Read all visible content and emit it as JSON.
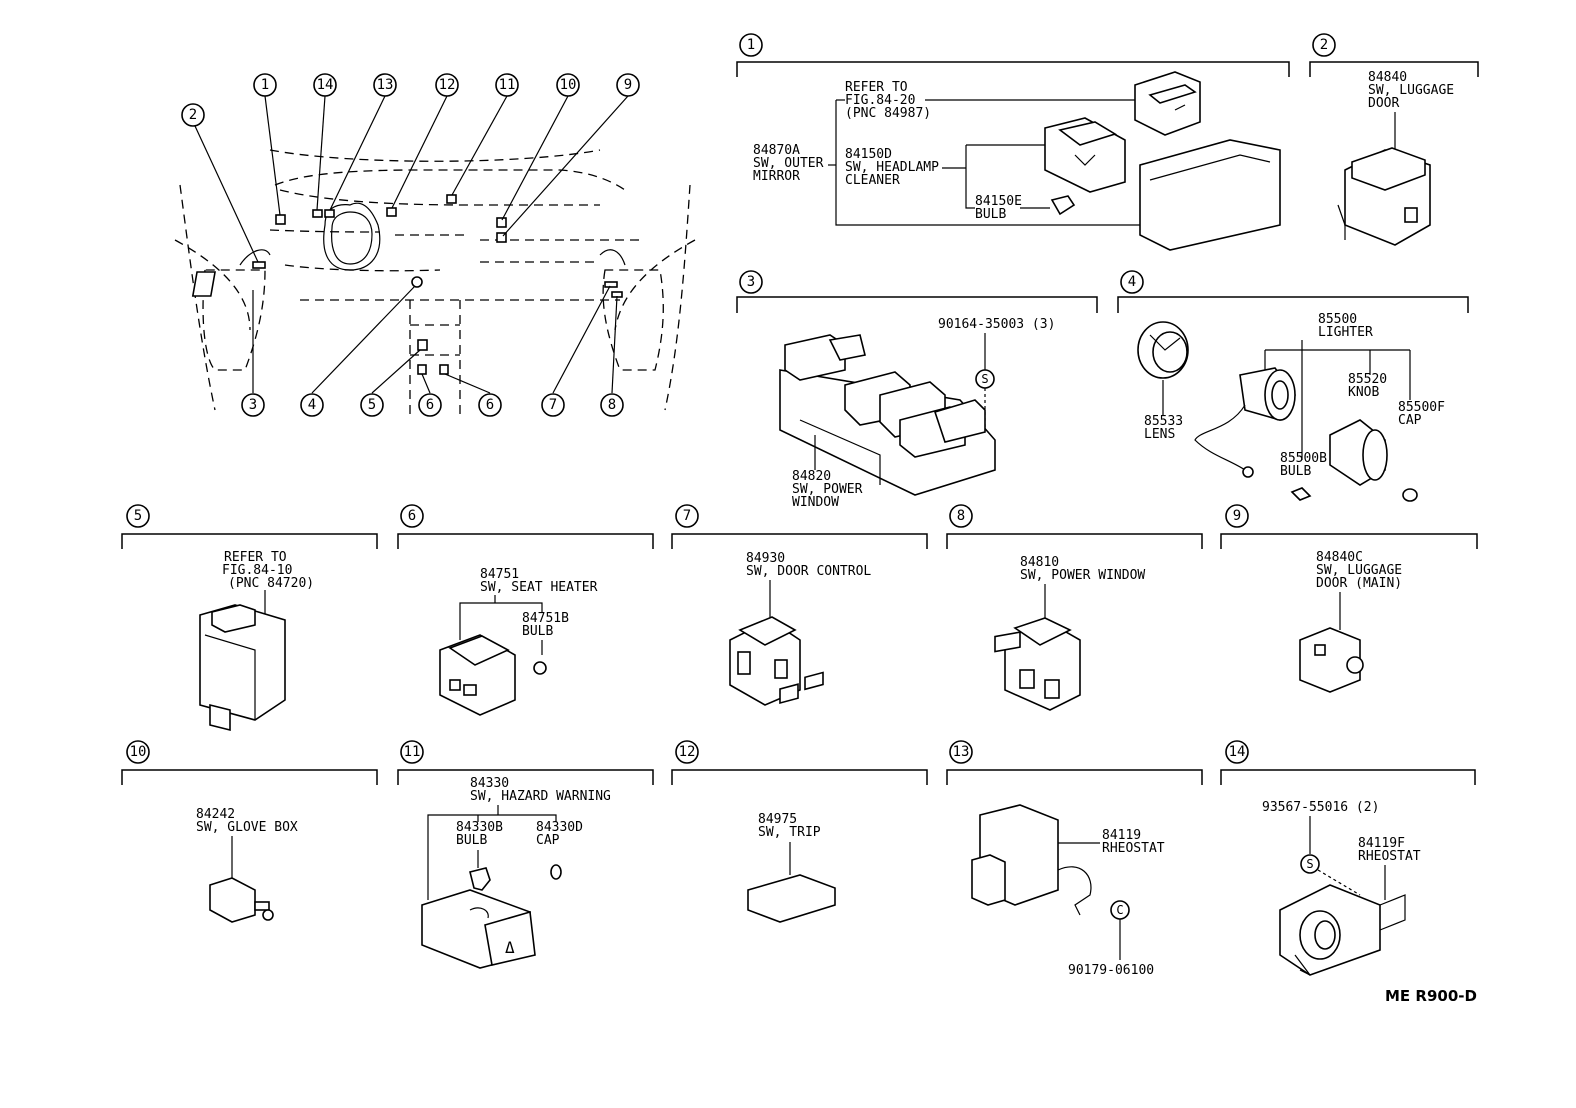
{
  "overview": {
    "callouts": [
      "1",
      "14",
      "13",
      "12",
      "11",
      "10",
      "9",
      "2",
      "3",
      "4",
      "5",
      "6",
      "6",
      "7",
      "8"
    ]
  },
  "sections": [
    {
      "num": "1",
      "labels": [
        {
          "name": "refer-to-label",
          "text": [
            "REFER TO",
            "FIG.84-20",
            "(PNC 84987)"
          ]
        },
        {
          "name": "part-84870a",
          "text": [
            "84870A",
            "SW, OUTER",
            "MIRROR"
          ]
        },
        {
          "name": "part-84150d",
          "text": [
            "84150D",
            "SW, HEADLAMP",
            "CLEANER"
          ]
        },
        {
          "name": "part-84150e",
          "text": [
            "84150E",
            "BULB"
          ]
        }
      ]
    },
    {
      "num": "2",
      "labels": [
        {
          "name": "part-84840",
          "text": [
            "84840",
            "SW, LUGGAGE",
            "DOOR"
          ]
        }
      ]
    },
    {
      "num": "3",
      "labels": [
        {
          "name": "part-90164-35003",
          "text": [
            "90164-35003 (3)"
          ]
        },
        {
          "name": "part-84820",
          "text": [
            "84820",
            "SW, POWER",
            "WINDOW"
          ]
        }
      ]
    },
    {
      "num": "4",
      "labels": [
        {
          "name": "part-85500",
          "text": [
            "85500",
            "LIGHTER"
          ]
        },
        {
          "name": "part-85520",
          "text": [
            "85520",
            "KNOB"
          ]
        },
        {
          "name": "part-85500f",
          "text": [
            "85500F",
            "CAP"
          ]
        },
        {
          "name": "part-85533",
          "text": [
            "85533",
            "LENS"
          ]
        },
        {
          "name": "part-85500b",
          "text": [
            "85500B",
            "BULB"
          ]
        }
      ]
    },
    {
      "num": "5",
      "labels": [
        {
          "name": "refer-to-label",
          "text": [
            "REFER TO",
            "FIG.84-10",
            "(PNC 84720)"
          ]
        }
      ]
    },
    {
      "num": "6",
      "labels": [
        {
          "name": "part-84751",
          "text": [
            "84751",
            "SW, SEAT HEATER"
          ]
        },
        {
          "name": "part-84751b",
          "text": [
            "84751B",
            "BULB"
          ]
        }
      ]
    },
    {
      "num": "7",
      "labels": [
        {
          "name": "part-84930",
          "text": [
            "84930",
            "SW, DOOR CONTROL"
          ]
        }
      ]
    },
    {
      "num": "8",
      "labels": [
        {
          "name": "part-84810",
          "text": [
            "84810",
            "SW, POWER WINDOW"
          ]
        }
      ]
    },
    {
      "num": "9",
      "labels": [
        {
          "name": "part-84840c",
          "text": [
            "84840C",
            "SW, LUGGAGE",
            "DOOR (MAIN)"
          ]
        }
      ]
    },
    {
      "num": "10",
      "labels": [
        {
          "name": "part-84242",
          "text": [
            "84242",
            "SW, GLOVE BOX"
          ]
        }
      ]
    },
    {
      "num": "11",
      "labels": [
        {
          "name": "part-84330",
          "text": [
            "84330",
            "SW, HAZARD WARNING"
          ]
        },
        {
          "name": "part-84330b",
          "text": [
            "84330B",
            "BULB"
          ]
        },
        {
          "name": "part-84330d",
          "text": [
            "84330D",
            "CAP"
          ]
        }
      ]
    },
    {
      "num": "12",
      "labels": [
        {
          "name": "part-84975",
          "text": [
            "84975",
            "SW, TRIP"
          ]
        }
      ]
    },
    {
      "num": "13",
      "labels": [
        {
          "name": "part-84119",
          "text": [
            "84119",
            "RHEOSTAT"
          ]
        },
        {
          "name": "part-90179-06100",
          "text": [
            "90179-06100"
          ]
        }
      ]
    },
    {
      "num": "14",
      "labels": [
        {
          "name": "part-93567-55016",
          "text": [
            "93567-55016 (2)"
          ]
        },
        {
          "name": "part-84119f",
          "text": [
            "84119F",
            "RHEOSTAT"
          ]
        }
      ]
    }
  ],
  "symbols": {
    "screw": "S",
    "clip": "C"
  },
  "footer_code": "ME R900-D"
}
